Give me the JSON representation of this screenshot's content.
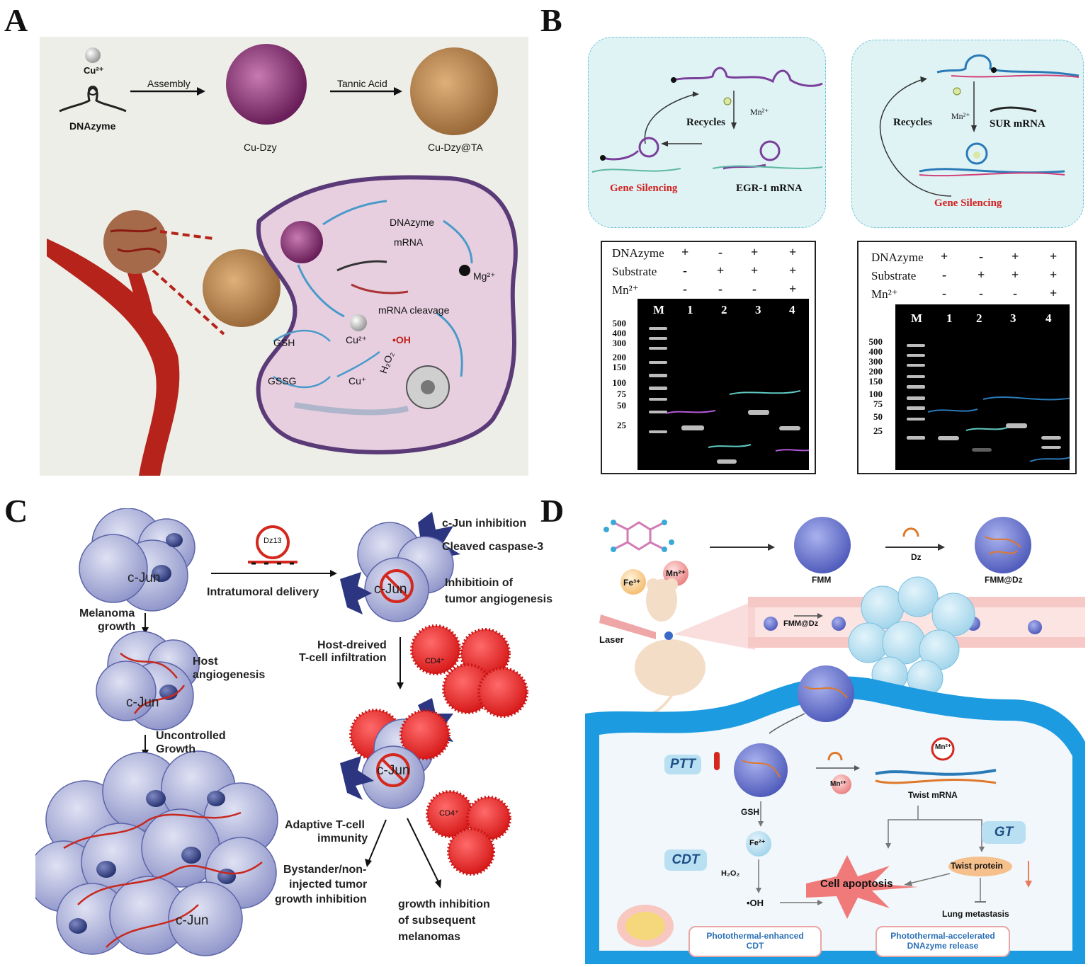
{
  "panels": {
    "a": "A",
    "b": "B",
    "c": "C",
    "d": "D"
  },
  "panelA": {
    "cu": "Cu²⁺",
    "dnazyme": "DNAzyme",
    "assembly": "Assembly",
    "tannic": "Tannic Acid",
    "cudzy": "Cu-Dzy",
    "cudzyta": "Cu-Dzy@TA",
    "cell_dnazyme": "DNAzyme",
    "mrna": "mRNA",
    "mg": "Mg²⁺",
    "cleavage": "mRNA cleavage",
    "gsh": "GSH",
    "gssg": "GSSG",
    "cu2": "Cu²⁺",
    "cuplus": "Cu⁺",
    "oh": "•OH",
    "h2o2": "H₂O₂"
  },
  "panelB": {
    "left": {
      "recycles": "Recycles",
      "mn": "Mn²⁺",
      "silencing": "Gene Silencing",
      "target": "EGR-1 mRNA"
    },
    "right": {
      "recycles": "Recycles",
      "mn": "Mn²⁺",
      "target": "SUR mRNA",
      "silencing": "Gene Silencing"
    },
    "rows": [
      "DNAzyme",
      "Substrate",
      "Mn²⁺"
    ],
    "signs": [
      [
        "+",
        "-",
        "+",
        "+"
      ],
      [
        "-",
        "+",
        "+",
        "+"
      ],
      [
        "-",
        "-",
        "-",
        "+"
      ]
    ],
    "lanes": [
      "M",
      "1",
      "2",
      "3",
      "4"
    ],
    "ladder_left": [
      "500",
      "400",
      "300",
      "200",
      "150",
      "100",
      "75",
      "50",
      "25"
    ],
    "ladder_right": [
      "500",
      "400",
      "300",
      "200",
      "150",
      "100",
      "75",
      "50",
      "25"
    ]
  },
  "panelC": {
    "cjun": "c-Jun",
    "melanoma": "Melanoma",
    "growth": "growth",
    "host": "Host",
    "angio": "angiogenesis",
    "uncontrolled": "Uncontrolled",
    "growth2": "Growth",
    "dz13": "Dz13",
    "delivery": "Intratumoral delivery",
    "inhibition": "c-Jun inhibition",
    "caspase": "Cleaved caspase-3",
    "inhib1": "Inhibitioin of",
    "inhib2": "tumor angiogenesis",
    "tcell1": "Host-dreived",
    "tcell2": "T-cell infiltration",
    "cd4": "CD4⁺",
    "adaptive1": "Adaptive T-cell",
    "adaptive2": "immunity",
    "bystander1": "Bystander/non-",
    "bystander2": "injected tumor",
    "bystander3": "growth inhibition",
    "subseq1": "growth inhibition",
    "subseq2": "of subsequent",
    "subseq3": "melanomas"
  },
  "panelD": {
    "fe": "Fe³⁺",
    "mn": "Mn²⁺",
    "dz": "Dz",
    "fmm": "FMM",
    "fmmdz": "FMM@Dz",
    "laser": "Laser",
    "flow": "FMM@Dz",
    "ptt": "PTT",
    "mn2": "Mn²⁺",
    "mn_loop": "Mn²⁺",
    "twist_mrna": "Twist mRNA",
    "gsh": "GSH",
    "fe2": "Fe²⁺",
    "cdt": "CDT",
    "h2o2": "H₂O₂",
    "oh": "•OH",
    "apoptosis": "Cell apoptosis",
    "gt": "GT",
    "twist_protein": "Twist protein",
    "lung": "Lung metastasis",
    "box1a": "Photothermal-enhanced",
    "box1b": "CDT",
    "box2a": "Photothermal-accelerated",
    "box2b": "DNAzyme release"
  }
}
